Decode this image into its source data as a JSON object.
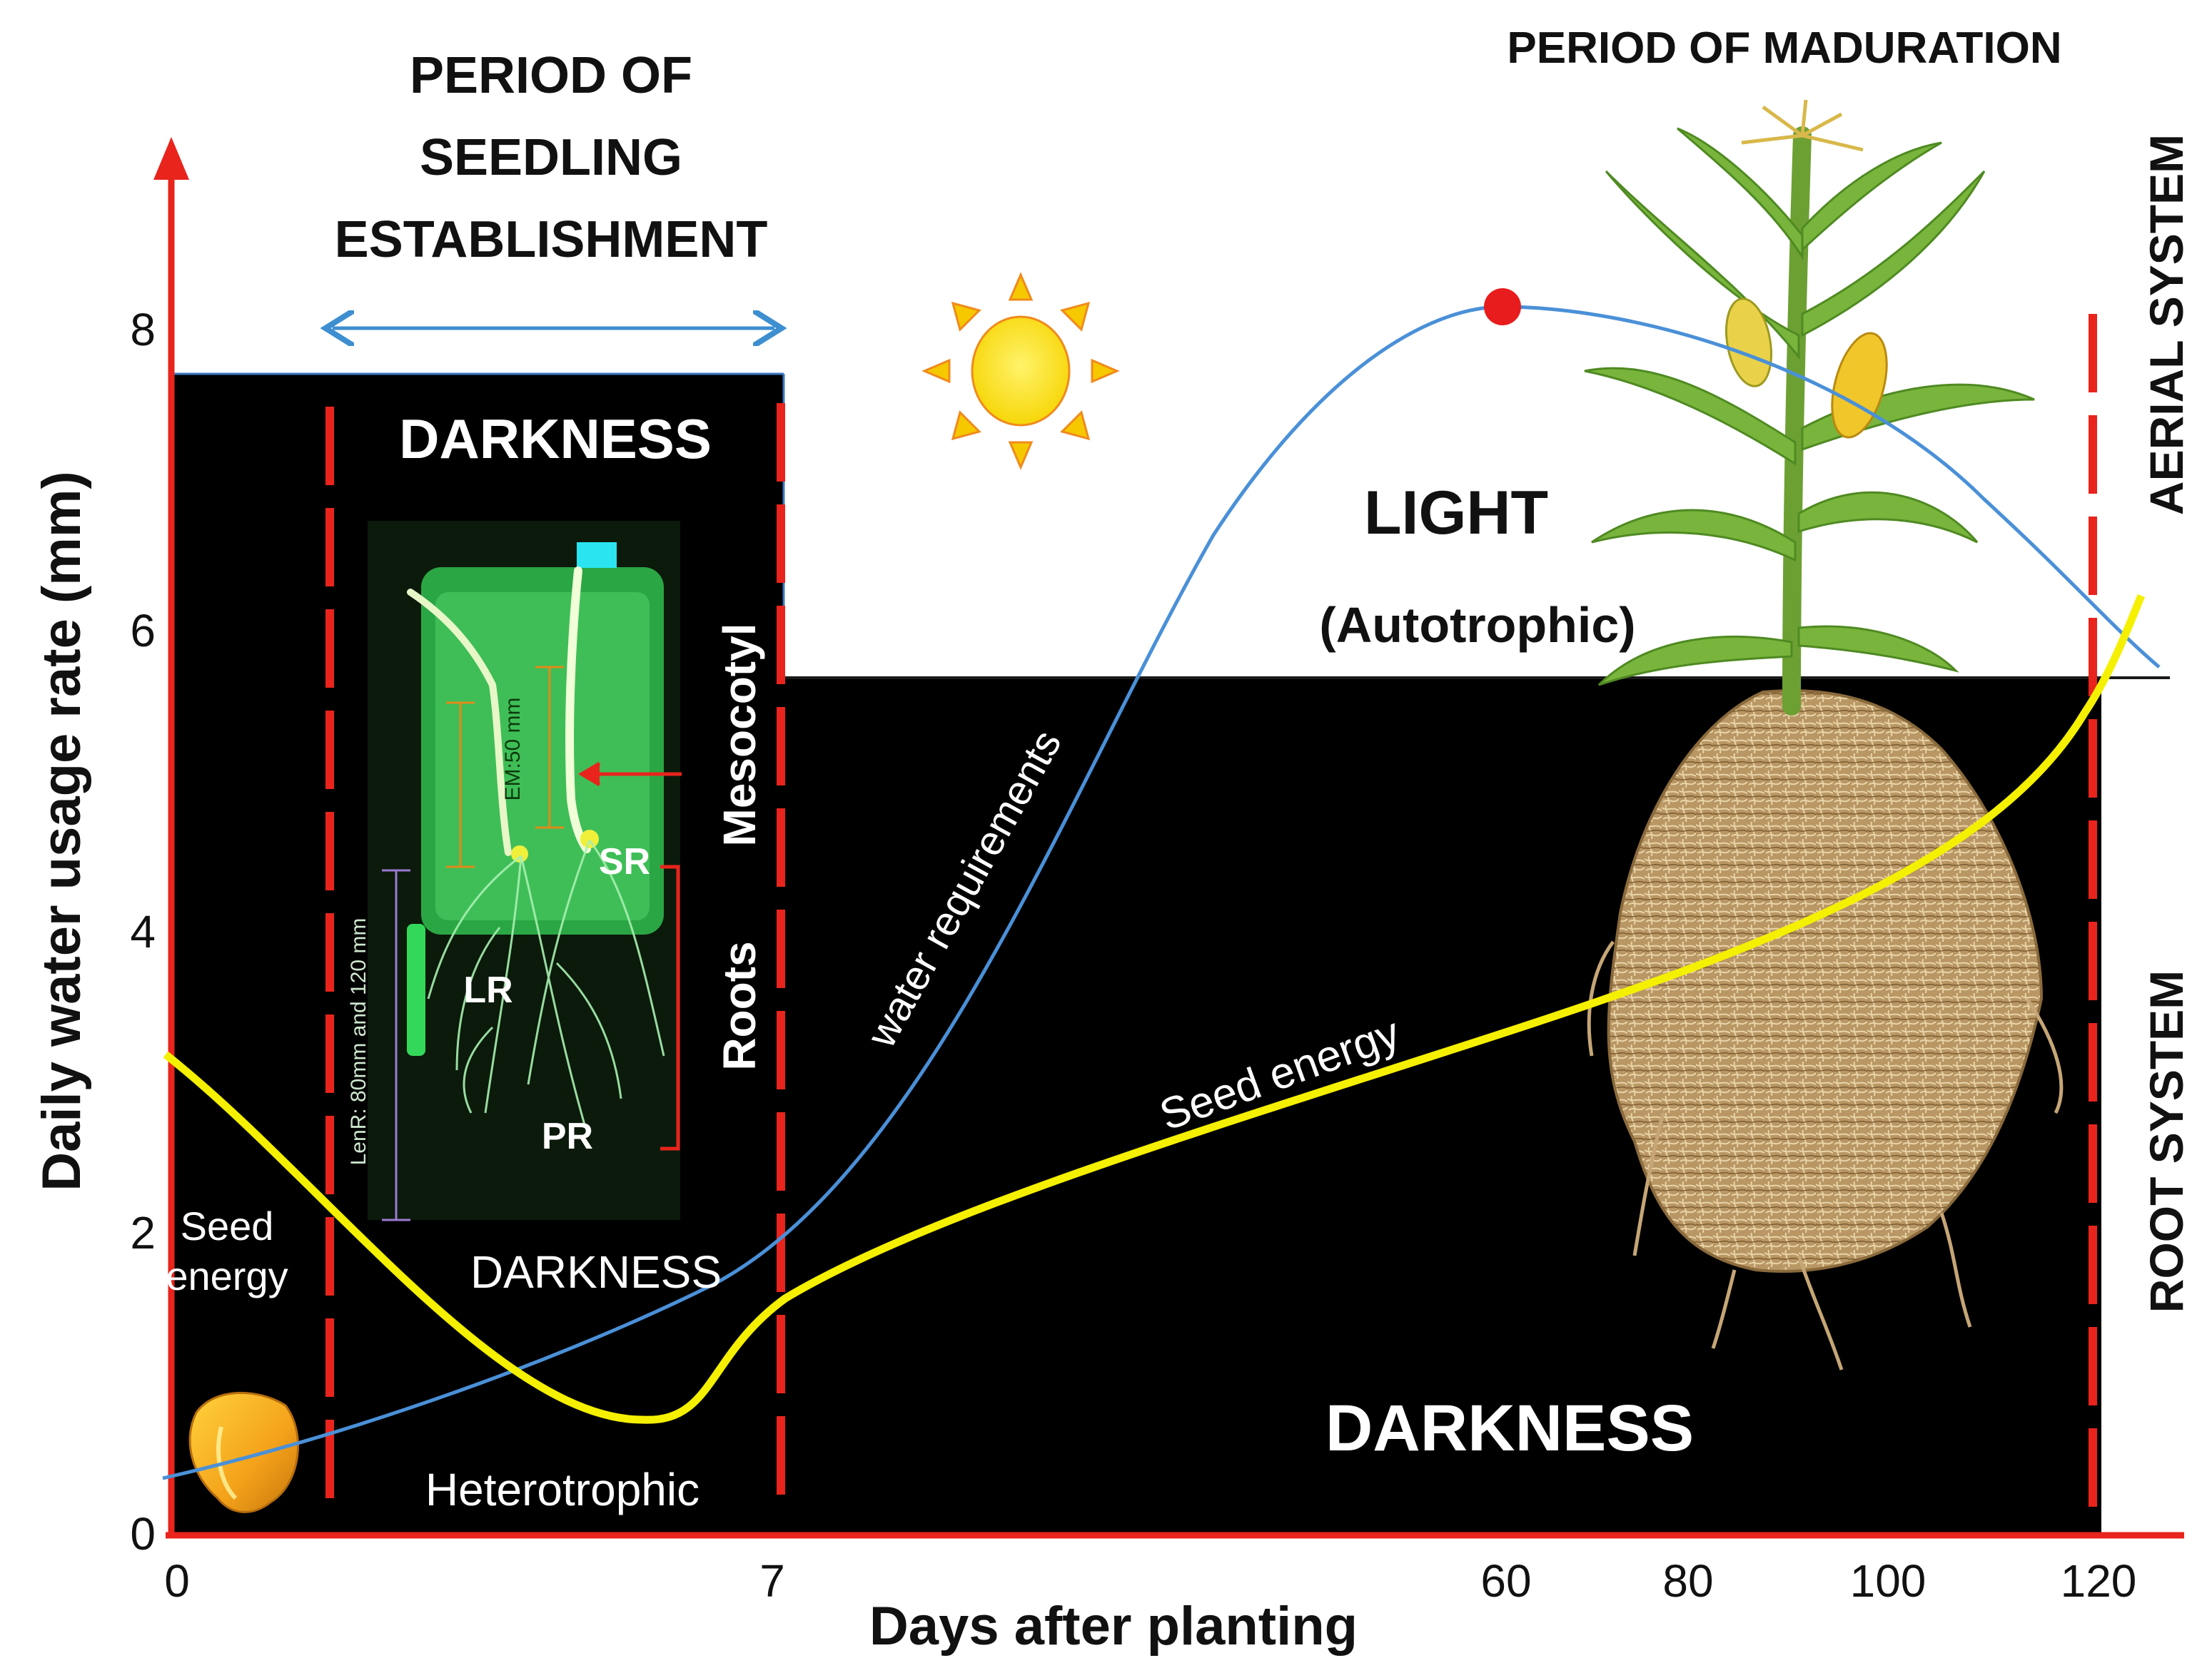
{
  "titles": {
    "seedling_period": [
      "PERIOD OF",
      "SEEDLING",
      "ESTABLISHMENT"
    ],
    "maduration_period": "PERIOD OF MADURATION"
  },
  "axes": {
    "ylabel": "Daily water usage rate (mm)",
    "xlabel": "Days after planting",
    "y_ticks": [
      "0",
      "2",
      "4",
      "6",
      "8"
    ],
    "x_ticks": [
      "0",
      "7",
      "60",
      "80",
      "100",
      "120"
    ]
  },
  "regions": {
    "darkness_top": "DARKNESS",
    "darkness_mid": "DARKNESS",
    "darkness_bottom": "DARKNESS",
    "light": "LIGHT",
    "autotrophic": "(Autotrophic)",
    "heterotrophic": "Heterotrophic",
    "aerial_system": "AERIAL SYSTEM",
    "root_system": "ROOT  SYSTEM"
  },
  "seed_labels": {
    "line1": "Seed",
    "line2": "energy"
  },
  "seedling_photo": {
    "em_label": "EM:50 mm",
    "lenr_label": "LenR: 80mm and 120 mm",
    "sr": "SR",
    "lr": "LR",
    "pr": "PR",
    "mesocotyl": "Mesocotyl",
    "roots": "Roots"
  },
  "curves": {
    "water_label": "water requirements",
    "seed_label": "Seed energy"
  },
  "colors": {
    "axis_red": "#e8241c",
    "water_blue": "#4a90d8",
    "seed_yellow": "#f5f000",
    "arrow_blue": "#3d8fd0",
    "peak_red": "#e81c1c",
    "darkness_black": "#000000",
    "photo_green": "#2fb64a"
  },
  "icons": {
    "sun": "sun-icon",
    "kernel": "corn-kernel-icon",
    "plant": "maize-plant-illustration",
    "peak": "peak-marker-icon"
  }
}
